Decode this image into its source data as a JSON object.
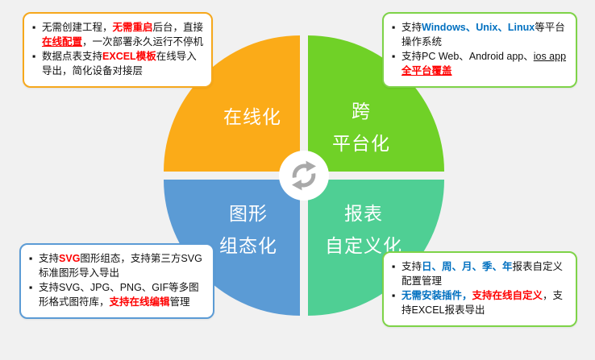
{
  "background_color": "#F1F1F1",
  "colors": {
    "red": "#FF0000",
    "blue": "#0070C0",
    "quadrant_orange": "#FBAB18",
    "quadrant_green": "#70D127",
    "quadrant_blue": "#5B9BD5",
    "quadrant_teal": "#4FCF94"
  },
  "center_icon": {
    "name": "cycle-arrows",
    "color": "#A9A9A9"
  },
  "quadrants": {
    "top_left": {
      "label": "在线化",
      "color": "#FBAB18"
    },
    "top_right": {
      "lines": [
        "跨",
        "平台化"
      ],
      "color": "#70D127"
    },
    "bottom_left": {
      "lines": [
        "图形",
        "组态化"
      ],
      "color": "#5B9BD5"
    },
    "bottom_right": {
      "lines": [
        "报表",
        "自定义化"
      ],
      "color": "#4FCF94"
    }
  },
  "callouts": {
    "top_left": {
      "border_color": "#F6A81C",
      "items": [
        {
          "segments": [
            {
              "text": "无需创建工程，"
            },
            {
              "text": "无需重启",
              "color": "#FF0000",
              "bold": true
            },
            {
              "text": "后台，直接"
            },
            {
              "text": "在线配置",
              "color": "#FF0000",
              "bold": true,
              "underline": true
            },
            {
              "text": "，一次部署永久运行不停机"
            }
          ]
        },
        {
          "segments": [
            {
              "text": "数据点表支持"
            },
            {
              "text": "EXCEL模板",
              "color": "#FF0000",
              "bold": true
            },
            {
              "text": "在线导入导出，简化设备对接层"
            }
          ]
        }
      ]
    },
    "top_right": {
      "border_color": "#7ED348",
      "items": [
        {
          "segments": [
            {
              "text": "支持"
            },
            {
              "text": "Windows、Unix、Linux",
              "color": "#0070C0",
              "bold": true
            },
            {
              "text": "等平台操作系统"
            }
          ]
        },
        {
          "segments": [
            {
              "text": "支持PC Web、Android app、"
            },
            {
              "text": "ios app",
              "underline": true
            },
            {
              "text": "全平台覆盖",
              "color": "#FF0000",
              "bold": true,
              "underline": true
            }
          ]
        }
      ]
    },
    "bottom_left": {
      "border_color": "#5B9BD5",
      "items": [
        {
          "segments": [
            {
              "text": "支持"
            },
            {
              "text": "SVG",
              "color": "#FF0000",
              "bold": true
            },
            {
              "text": "图形组态，支持第三方SVG标准图形导入导出"
            }
          ]
        },
        {
          "segments": [
            {
              "text": "支持SVG、JPG、PNG、GIF等多图形格式图符库，"
            },
            {
              "text": "支持在线编辑",
              "color": "#FF0000",
              "bold": true
            },
            {
              "text": "管理"
            }
          ]
        }
      ]
    },
    "bottom_right": {
      "border_color": "#7ED348",
      "items": [
        {
          "segments": [
            {
              "text": "支持"
            },
            {
              "text": "日、周、月、季、年",
              "color": "#0070C0",
              "bold": true
            },
            {
              "text": "报表自定义配置管理"
            }
          ]
        },
        {
          "segments": [
            {
              "text": "无需安装插件，",
              "color": "#0070C0",
              "bold": true
            },
            {
              "text": "支持在线自定义",
              "color": "#FF0000",
              "bold": true
            },
            {
              "text": "，支持EXCEL报表导出"
            }
          ]
        }
      ]
    }
  }
}
